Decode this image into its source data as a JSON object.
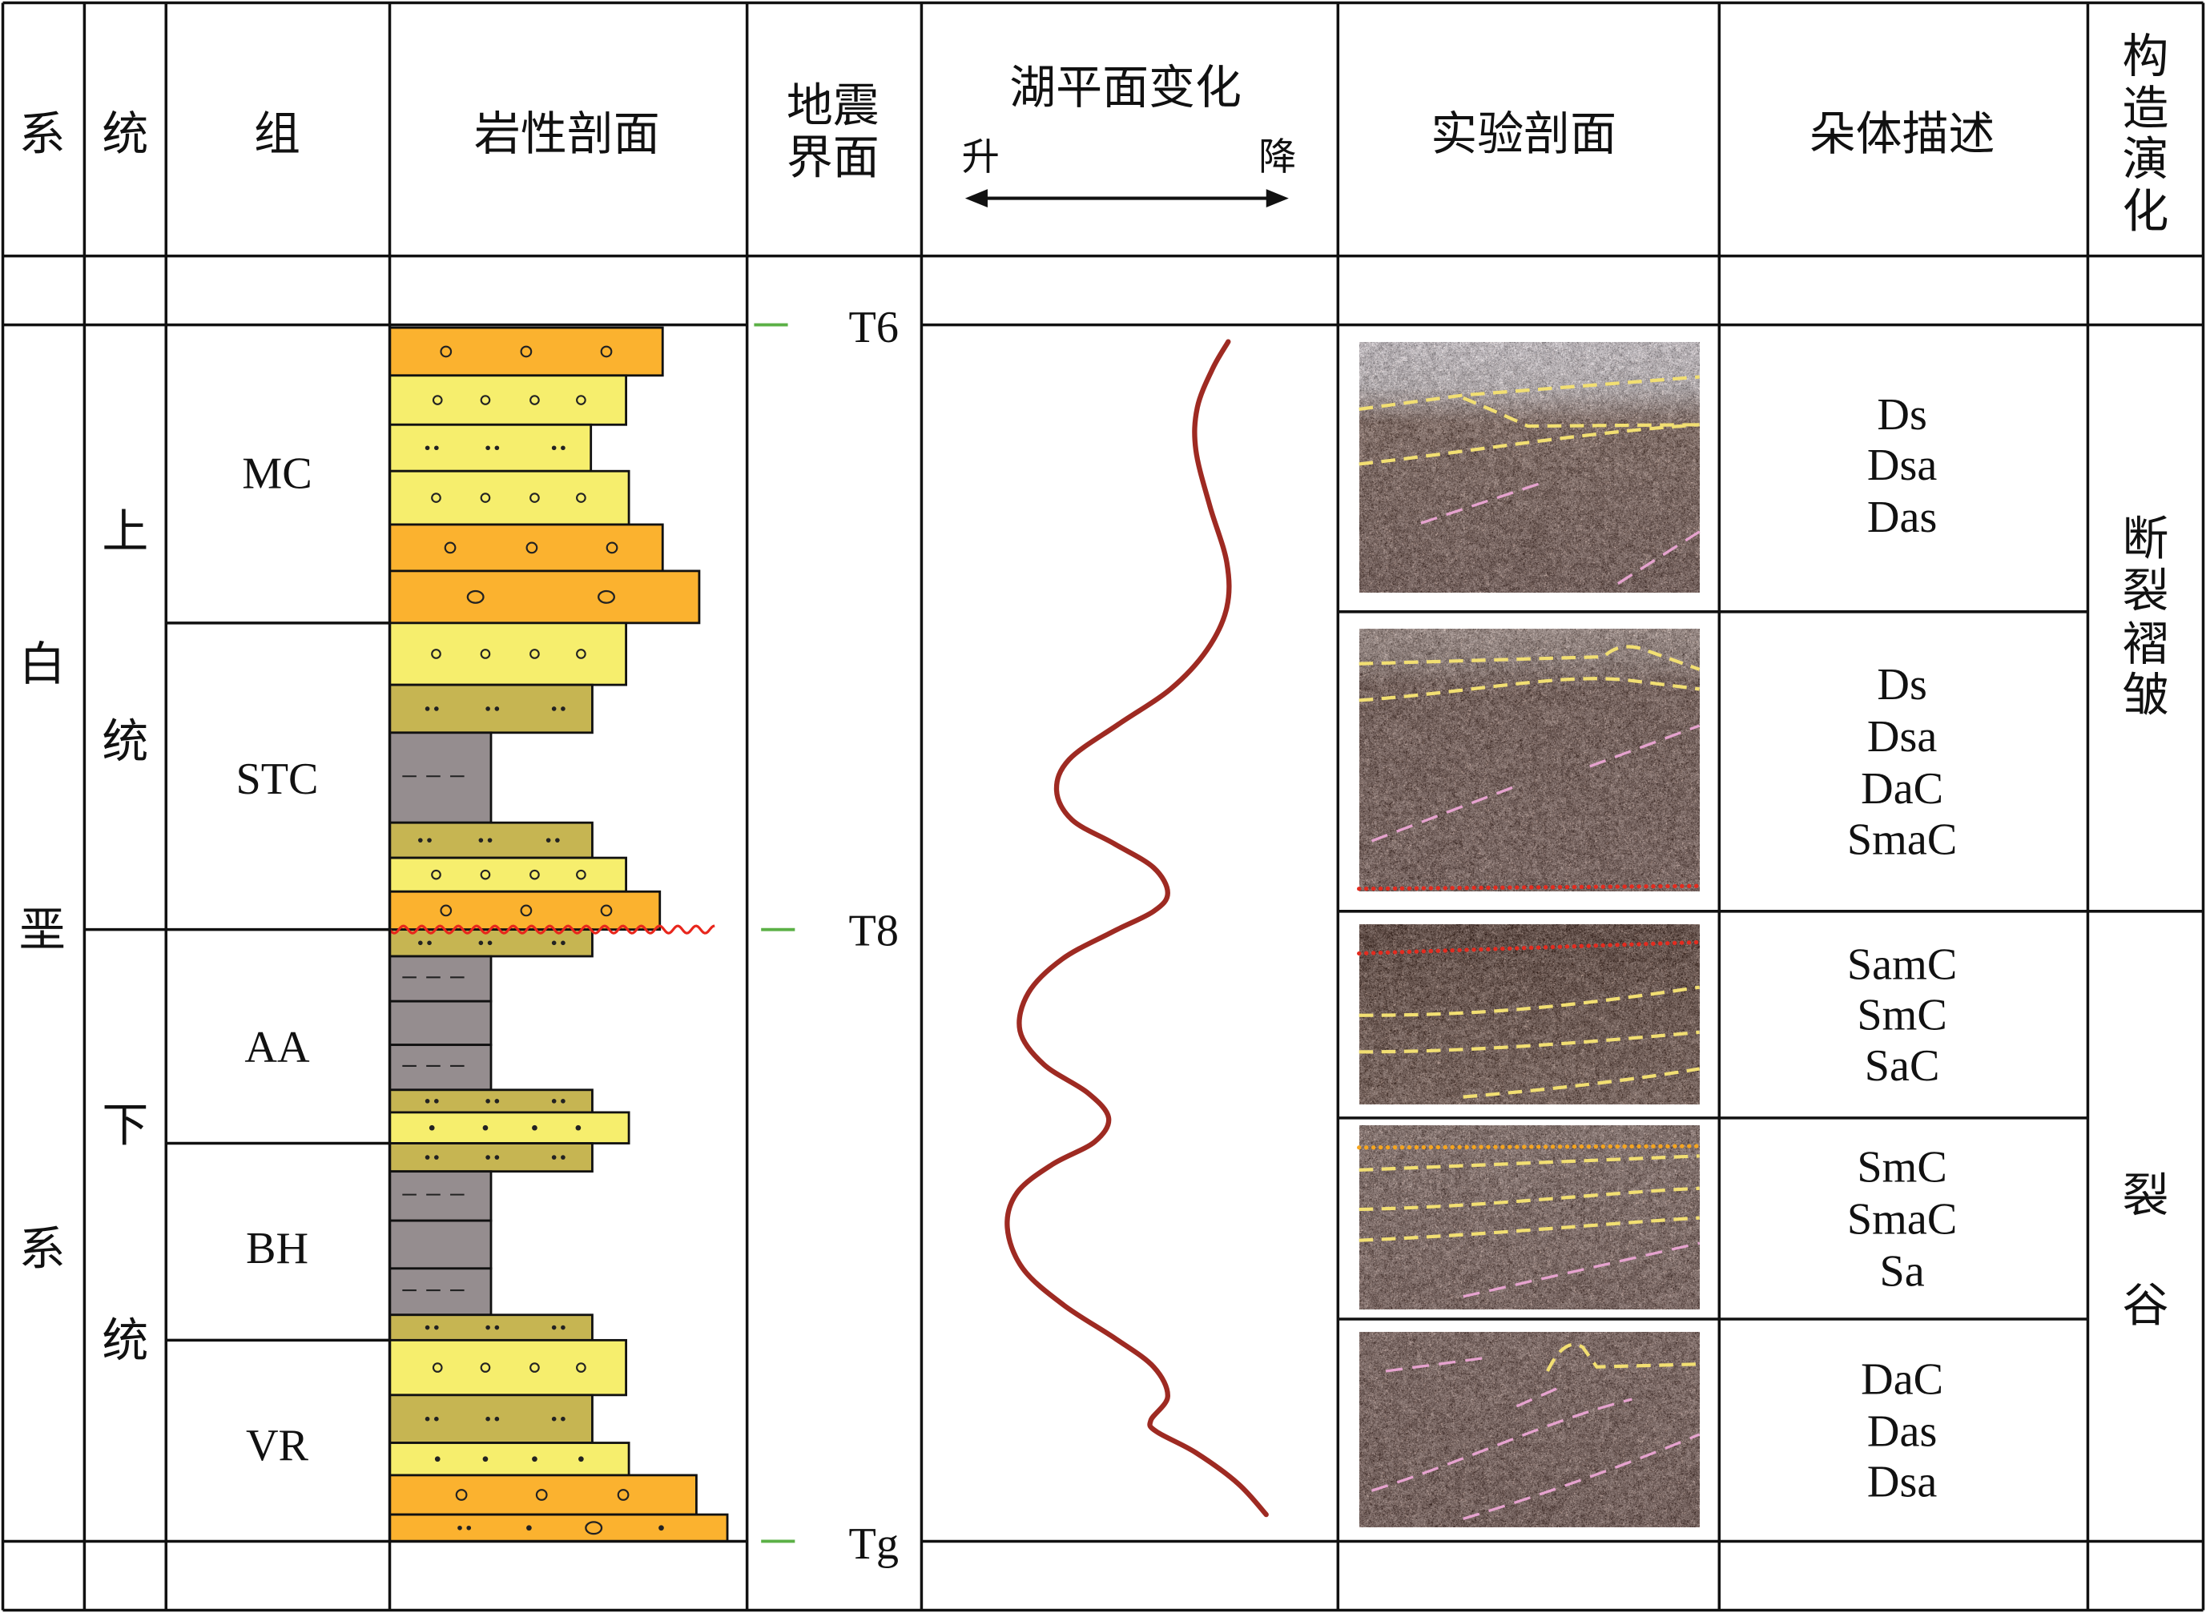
{
  "headers": {
    "system": "系",
    "series": "统",
    "formation": "组",
    "lithology": "岩性剖面",
    "seismic": [
      "地震",
      "界面"
    ],
    "lake_level": "湖平面变化",
    "lake_rise": "升",
    "lake_fall": "降",
    "experiment": "实验剖面",
    "lobe": "朵体描述",
    "tectonic": [
      "构",
      "造",
      "演",
      "化"
    ]
  },
  "system_column": [
    "白",
    "垩",
    "系"
  ],
  "series_column": {
    "upper": [
      "上",
      "统"
    ],
    "lower": [
      "下",
      "统"
    ]
  },
  "formations": [
    "MC",
    "STC",
    "AA",
    "BH",
    "VR"
  ],
  "seismic_surfaces": [
    "T6",
    "T8",
    "Tg"
  ],
  "lobe_descriptions": [
    [
      "Ds",
      "Dsa",
      "Das"
    ],
    [
      "Ds",
      "Dsa",
      "DaC",
      "SmaC"
    ],
    [
      "SamC",
      "SmC",
      "SaC"
    ],
    [
      "SmC",
      "SmaC",
      "Sa"
    ],
    [
      "DaC",
      "Das",
      "Dsa"
    ]
  ],
  "tectonic_evolution": [
    [
      "断",
      "裂",
      "褶",
      "皱"
    ],
    [
      "裂",
      "谷"
    ]
  ],
  "colors": {
    "grid": "#111111",
    "orange": "#fbb22f",
    "yellow": "#f6ee6d",
    "olive": "#c6b552",
    "gray": "#958d8f",
    "lake_curve": "#9e2a22",
    "seismic_tick": "#5bb046",
    "unconformity": "#e8261c",
    "yellow_dash": "#f2df72",
    "pink_dash": "#e6a3cf",
    "red_dot": "#e32b1f",
    "orange_dot": "#f5a520"
  }
}
